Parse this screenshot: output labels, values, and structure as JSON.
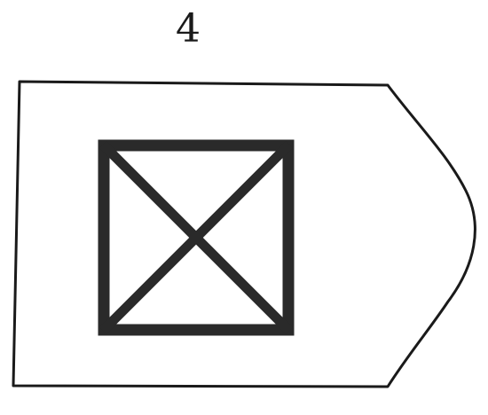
{
  "figure": {
    "number_label": "4"
  },
  "colors": {
    "background": "#ffffff",
    "outline": "#1a1a1a",
    "square_stroke": "#2a2a2a"
  },
  "icons": {
    "shape": "pentagon-tag-outline",
    "symbol": "crossed-square"
  }
}
